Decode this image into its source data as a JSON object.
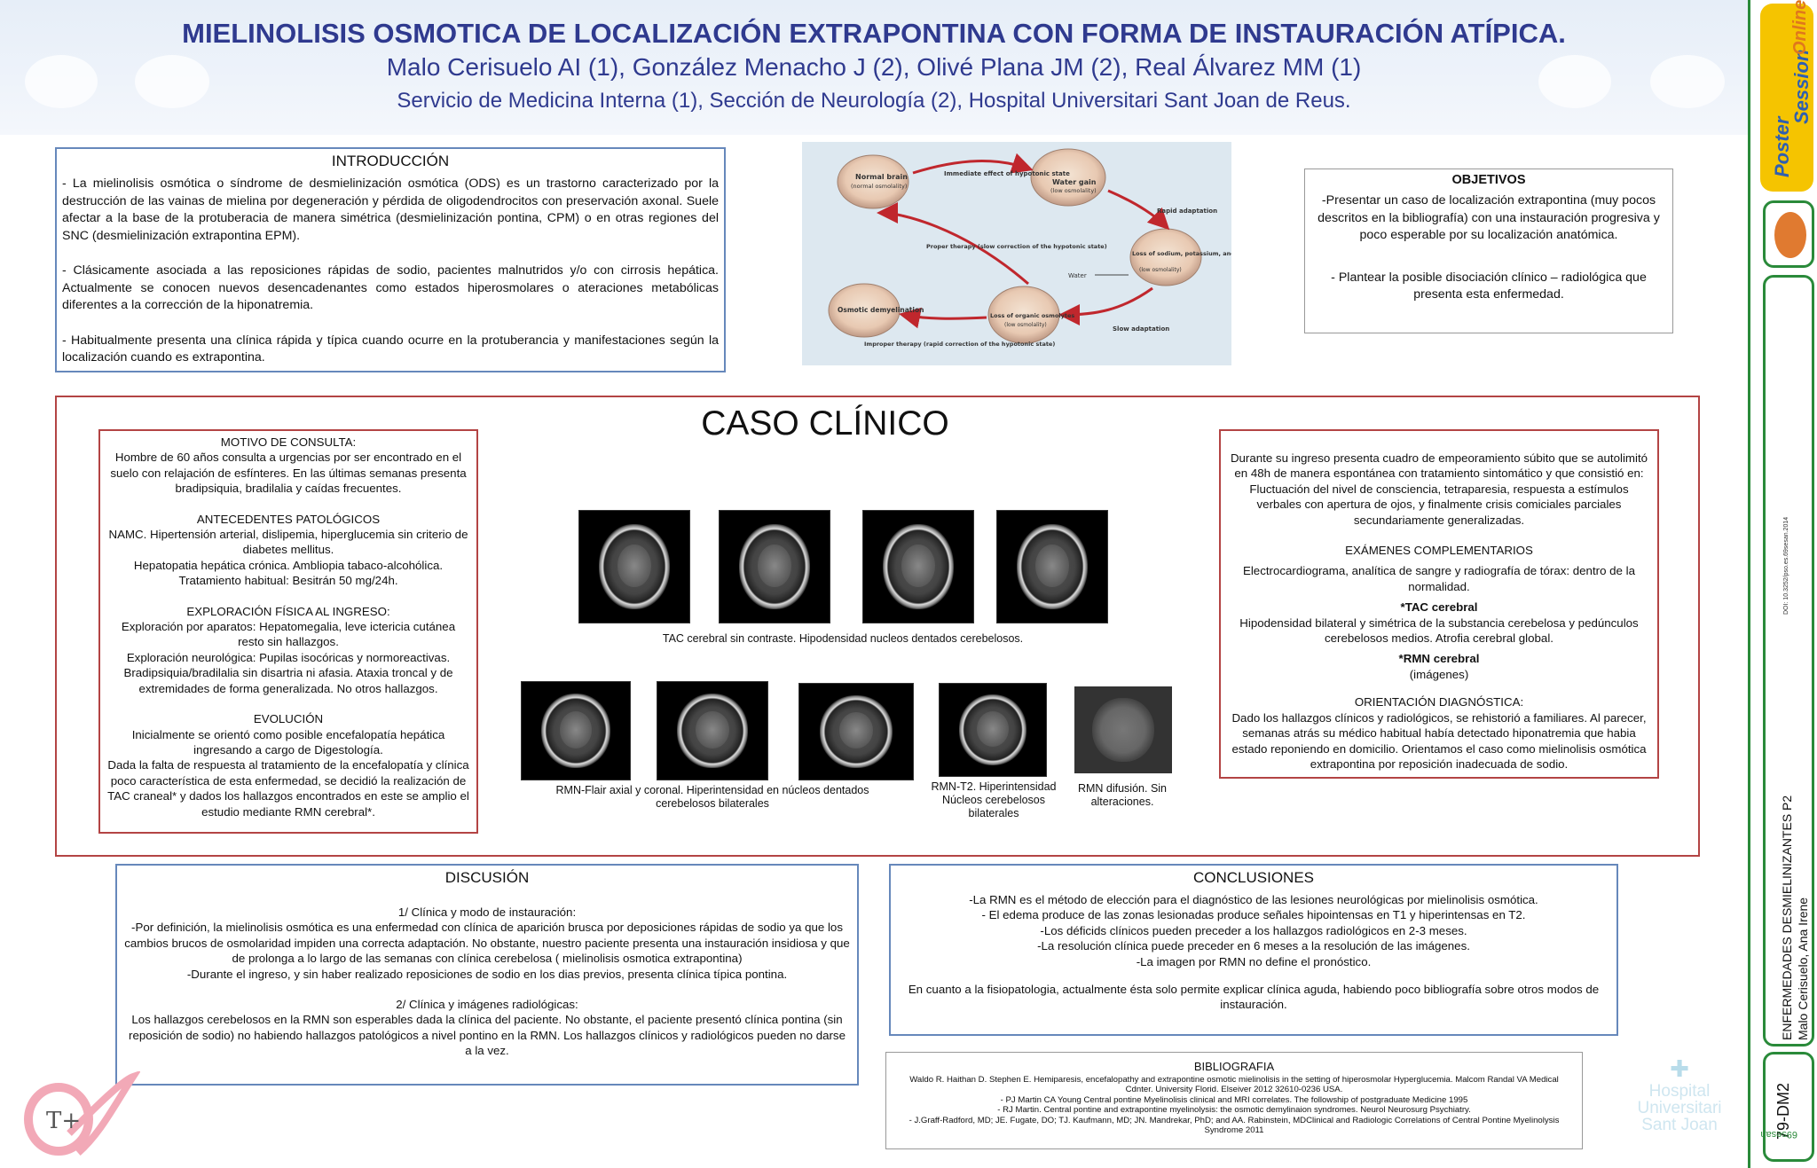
{
  "header": {
    "title": "MIELINOLISIS OSMOTICA DE LOCALIZACIÓN EXTRAPONTINA CON FORMA DE INSTAURACIÓN ATÍPICA.",
    "authors": "Malo Cerisuelo AI (1), González Menacho J (2), Olivé Plana JM (2), Real Álvarez MM (1)",
    "affiliation": "Servicio de Medicina Interna (1), Sección de Neurología (2), Hospital Universitari Sant Joan de Reus."
  },
  "intro": {
    "heading": "INTRODUCCIÓN",
    "p1": "- La mielinolisis osmótica o síndrome de desmielinización osmótica (ODS) es un trastorno caracterizado por la destrucción de las vainas de mielina por degeneración y pérdida de oligodendrocitos con preservación axonal. Suele afectar a la base de la protuberacia de manera simétrica (desmielinización pontina, CPM) o en otras regiones del SNC (desmielinización extrapontina EPM).",
    "p2": "- Clásicamente asociada a las reposiciones rápidas de sodio, pacientes malnutridos y/o con cirrosis hepática. Actualmente se conocen nuevos desencadenantes como estados hiperosmolares  o ateraciones metabólicas diferentes a la corrección de la hiponatremia.",
    "p3": "- Habitualmente presenta una clínica rápida y típica cuando ocurre en la protuberancia y manifestaciones según la localización cuando es extrapontina."
  },
  "diagram": {
    "normal": "Normal brain",
    "normal_sub": "(normal osmolality)",
    "immediate": "Immediate effect of hypotonic state",
    "water_gain": "Water gain",
    "water_gain_sub": "(low osmolality)",
    "rapid": "Rapid adaptation",
    "loss_sodium": "Loss of sodium, potassium, and chloride",
    "loss_sodium_sub": "(low osmolality)",
    "water": "Water",
    "slow": "Slow adaptation",
    "loss_organic": "Loss of organic osmolytes",
    "loss_organic_sub": "(low osmolality)",
    "improper": "Improper therapy (rapid correction of the hypotonic state)",
    "osmotic": "Osmotic demyelination",
    "proper": "Proper therapy (slow correction of the hypotonic state)"
  },
  "objetivos": {
    "heading": "OBJETIVOS",
    "p1": "-Presentar un caso de localización extrapontina (muy pocos descritos en la bibliografía) con una instauración progresiva y poco esperable por su localización anatómica.",
    "p2": "- Plantear la posible disociación clínico – radiológica que presenta esta enfermedad."
  },
  "caso": {
    "heading": "CASO CLÍNICO",
    "left": {
      "motivo_h": "MOTIVO DE CONSULTA:",
      "motivo": "Hombre de  60 años consulta a urgencias por ser encontrado en el suelo con relajación de esfínteres. En las últimas semanas presenta bradipsiquia, bradilalia y caídas frecuentes.",
      "ante_h": "ANTECEDENTES PATOLÓGICOS",
      "ante1": "NAMC. Hipertensión arterial, dislipemia, hiperglucemia sin criterio de diabetes mellitus.",
      "ante2": "Hepatopatia hepática crónica. Ambliopia tabaco-alcohólica.",
      "ante3": "Tratamiento habitual: Besitrán 50 mg/24h.",
      "expl_h": "EXPLORACIÓN FÍSICA AL INGRESO:",
      "expl1": "Exploración por  aparatos: Hepatomegalia, leve ictericia cutánea resto sin hallazgos.",
      "expl2": "Exploración neurológica: Pupilas isocóricas y normoreactivas. Bradipsiquia/bradilalia sin disartria ni afasia.  Ataxia troncal y de extremidades de forma generalizada. No otros hallazgos.",
      "evol_h": "EVOLUCIÓN",
      "evol1": "Inicialmente se orientó como posible encefalopatía hepática ingresando a cargo de Digestología.",
      "evol2": "Dada la falta de respuesta al  tratamiento de la encefalopatía y clínica poco característica de esta enfermedad, se decidió la realización de TAC craneal* y dados los hallazgos encontrados en este se amplio el estudio mediante RMN cerebral*."
    },
    "captions": {
      "tac": "TAC cerebral sin contraste. Hipodensidad nucleos dentados cerebelosos.",
      "flair": "RMN-Flair axial y coronal. Hiperintensidad en núcleos dentados cerebelosos bilaterales",
      "t2": "RMN-T2. Hiperintensidad Núcleos cerebelosos bilaterales",
      "dif": "RMN difusión. Sin alteraciones."
    },
    "right": {
      "p1": "Durante su ingreso presenta cuadro de empeoramiento súbito que se autolimitó en 48h de manera espontánea con tratamiento sintomático y que consistió en: Fluctuación del nivel de consciencia, tetraparesia, respuesta a estímulos verbales con apertura de ojos, y finalmente crisis comiciales parciales secundariamente generalizadas.",
      "exam_h": "EXÁMENES COMPLEMENTARIOS",
      "exam": "Electrocardiograma, analítica de sangre y radiografía de tórax: dentro de la normalidad.",
      "tac_h": "*TAC cerebral",
      "tac": "Hipodensidad bilateral y simétrica de la substancia cerebelosa y pedúnculos cerebelosos medios. Atrofia cerebral global.",
      "rmn_h": "*RMN cerebral",
      "rmn": "(imágenes)",
      "orient_h": "ORIENTACIÓN DIAGNÓSTICA:",
      "orient": "Dado los hallazgos clínicos y radiológicos, se rehistorió a familiares. Al parecer, semanas atrás su médico habitual había detectado hiponatremia que habia estado reponiendo en domicilio. Orientamos el caso como mielinolisis osmótica extrapontina por reposición inadecuada de sodio."
    }
  },
  "discusion": {
    "heading": "DISCUSIÓN",
    "s1_h": "1/ Clínica y modo de instauración:",
    "s1_p1": "-Por definición, la mielinolisis osmótica es una enfermedad con clínica de aparición brusca por deposiciones rápidas de sodio ya que los cambios brucos de osmolaridad impiden una correcta adaptación. No obstante, nuestro paciente presenta una instauración insidiosa y que de prolonga a lo largo de las semanas con clínica cerebelosa ( mielinolisis osmotica extrapontina)",
    "s1_p2": "-Durante el ingreso, y sin haber realizado reposiciones de sodio en los dias previos, presenta clínica típica pontina.",
    "s2_h": "2/ Clínica y imágenes radiológicas:",
    "s2_p": "Los hallazgos cerebelosos en la RMN son esperables dada la clínica del paciente. No obstante, el paciente presentó clínica pontina (sin reposición de sodio) no habiendo hallazgos patológicos a nivel pontino en la RMN. Los hallazgos clínicos y radiológicos pueden no darse a la vez."
  },
  "conclusiones": {
    "heading": "CONCLUSIONES",
    "items": [
      "-La RMN es el método de elección para el diagnóstico de las lesiones neurológicas por mielinolisis osmótica.",
      "- El edema produce de las zonas lesionadas produce señales hipointensas en T1 y hiperintensas en T2.",
      "-Los déficids clínicos pueden preceder a los hallazgos radiológicos en 2-3 meses.",
      "-La resolución clínica puede preceder en 6 meses a la resolución de las imágenes.",
      "-La imagen por RMN no define el pronóstico."
    ],
    "final": "En cuanto a la fisiopatologia, actualmente ésta solo permite explicar clínica aguda, habiendo poco bibliografía sobre otros modos de instauración."
  },
  "bibliografia": {
    "heading": "BIBLIOGRAFIA",
    "refs": [
      "Waldo R. Haithan D. Stephen E. Hemiparesis, encefalopathy and extrapontine osmotic mielinolisis in the setting of hiperosmolar Hyperglucemia. Malcom Randal VA Medical Cdnter. University Florid. Elseiver 2012 32610-0236 USA.",
      "- PJ Martin CA Young Central pontine Myelinolisis clinical and MRI correlates. The followship of postgraduate Medicine 1995",
      "- RJ Martin. Central pontine and extrapontine myelinolysis: the osmotic demylinaion syndromes. Neurol Neurosurg Psychiatry.",
      "- J.Graff-Radford, MD; JE. Fugate, DO;  TJ. Kaufmann, MD; JN. Mandrekar, PhD; and AA. Rabinstein, MDClinical and Radiologic Correlations of Central Pontine Myelinolysis Syndrome 2011"
    ]
  },
  "sidebar": {
    "brand1": "Poster",
    "brand2": "Session",
    "brand3": "Online",
    "doi": "DOI: 10.3252/pso.es.69sesan.2014",
    "section": "ENFERMEDADES DESMIELINIZANTES P2",
    "author": "Malo Cerisuelo, Ana Irene",
    "code": "79-DM2",
    "event": "69sesan"
  },
  "logos": {
    "hospital": "Hospital Universitari Sant Joan"
  },
  "colors": {
    "title_blue": "#2f3a8f",
    "box_blue": "#6688bb",
    "box_red": "#b34444",
    "sidebar_green": "#2a8a3a",
    "brand_yellow": "#f5c400"
  }
}
